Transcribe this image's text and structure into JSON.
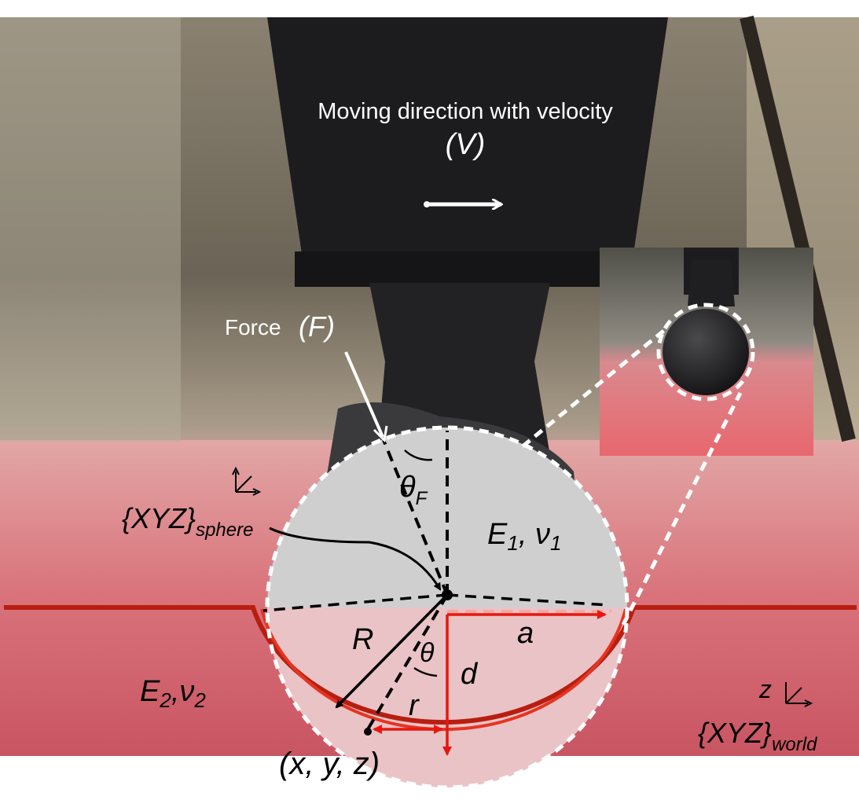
{
  "labels": {
    "moving_direction": "Moving direction with velocity",
    "velocity_symbol": "(V)",
    "force_word": "Force",
    "force_symbol": "(F)",
    "theta_f": "θ",
    "theta_f_sub": "F",
    "sphere_frame": "{XYZ}",
    "sphere_frame_sub": "sphere",
    "e1_nu1": "E",
    "e1_sub": "1",
    "nu1": ", ν",
    "nu1_sub": "1",
    "radius": "R",
    "theta": "θ",
    "contact_radius": "a",
    "depth": "d",
    "r": "r",
    "point": "(x, y, z)",
    "e2": "E",
    "e2_sub": "2",
    "nu2": ",ν",
    "nu2_sub": "2",
    "world_axis_z": "z",
    "world_frame": "{XYZ}",
    "world_frame_sub": "world"
  },
  "colors": {
    "surface_line": "#b81e10",
    "indent_line": "#e53422",
    "sphere_fill": "#cfcfcf",
    "tissue": "#d9727a",
    "probe": "#1c1c1e"
  }
}
